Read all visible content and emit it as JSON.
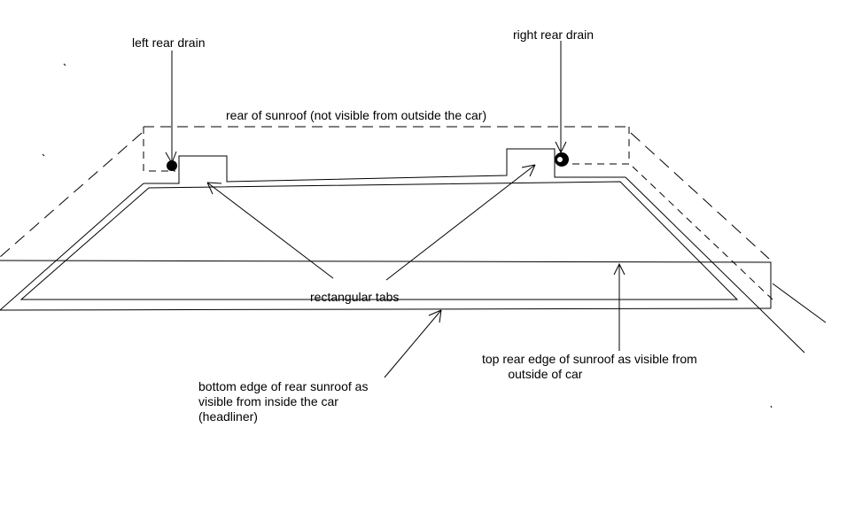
{
  "labels": {
    "left_rear_drain": "left rear drain",
    "right_rear_drain": "right rear drain",
    "rear_of_sunroof": "rear of sunroof (not visible from outside the car)",
    "rectangular_tabs": "rectangular tabs",
    "top_rear_edge": [
      "top rear edge of sunroof as visible from",
      "outside of car"
    ],
    "bottom_edge": [
      "bottom edge of rear sunroof as",
      "visible from inside the car",
      "(headliner)"
    ]
  },
  "colors": {
    "line": "#000000",
    "background": "#ffffff"
  }
}
